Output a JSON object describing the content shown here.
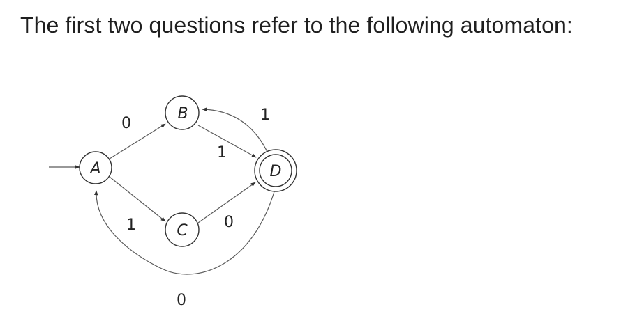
{
  "intro_text": "The first two questions refer to the following automaton:",
  "automaton": {
    "states": [
      {
        "id": "A",
        "label": "A",
        "start": true,
        "accepting": false
      },
      {
        "id": "B",
        "label": "B",
        "start": false,
        "accepting": false
      },
      {
        "id": "C",
        "label": "C",
        "start": false,
        "accepting": false
      },
      {
        "id": "D",
        "label": "D",
        "start": false,
        "accepting": true
      }
    ],
    "transitions": [
      {
        "from": "A",
        "to": "B",
        "symbol": "0"
      },
      {
        "from": "A",
        "to": "C",
        "symbol": "1"
      },
      {
        "from": "B",
        "to": "D",
        "symbol": "1"
      },
      {
        "from": "C",
        "to": "D",
        "symbol": "0"
      },
      {
        "from": "D",
        "to": "B",
        "symbol": "1"
      },
      {
        "from": "D",
        "to": "A",
        "symbol": "0"
      }
    ]
  }
}
